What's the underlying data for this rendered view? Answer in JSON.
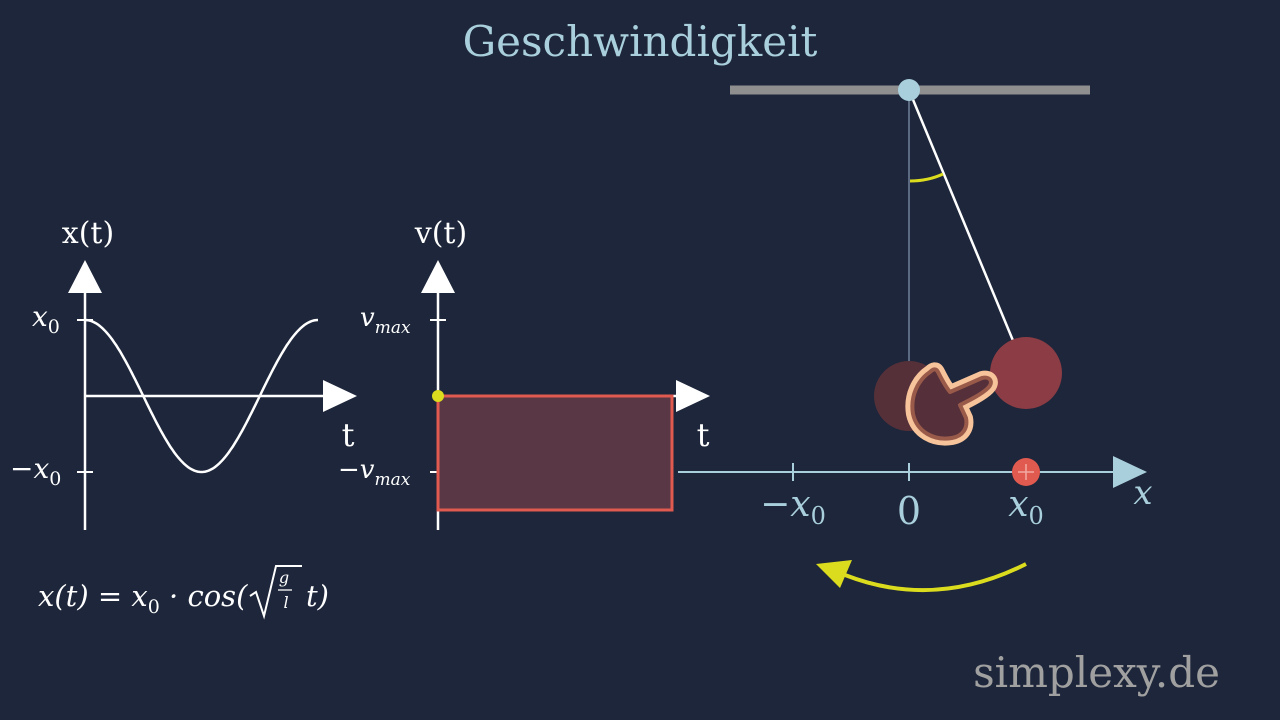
{
  "title": "Geschwindigkeit",
  "watermark": "simplexy.de",
  "colors": {
    "background": "#1d263a",
    "title": "#a9cfdc",
    "white": "#ffffff",
    "axis_blue": "#a9cfdc",
    "yellow": "#dcdc1e",
    "red": "#e05a50",
    "bar_fill": "#5a3744",
    "bob": "#8c3c44",
    "bob_rest": "#553038",
    "hand": "#f7c39b",
    "ceiling": "#8f8f8f",
    "watermark": "#a0a0a0"
  },
  "position_graph": {
    "y_label": "x(t)",
    "x_label": "t",
    "tick_top": {
      "base": "x",
      "sub": "0"
    },
    "tick_bottom": {
      "minus": "−",
      "base": "x",
      "sub": "0"
    }
  },
  "velocity_graph": {
    "y_label": "v(t)",
    "x_label": "t",
    "tick_top": {
      "base": "v",
      "sub": "max"
    },
    "tick_bottom": {
      "minus": "−",
      "base": "v",
      "sub": "max"
    }
  },
  "formula": {
    "lhs": "x(t) = x",
    "sub": "0",
    "dot": " · cos(",
    "num": "g",
    "den": "l",
    "tail": "t)"
  },
  "pendulum_axis": {
    "label": "x",
    "ticks": [
      {
        "minus": "−",
        "base": "x",
        "sub": "0"
      },
      {
        "minus": "",
        "base": "0",
        "sub": ""
      },
      {
        "minus": "",
        "base": "x",
        "sub": "0"
      }
    ]
  },
  "icons": {
    "hand": "pointing-hand-icon",
    "arrow": "curved-arrow-left-icon"
  }
}
